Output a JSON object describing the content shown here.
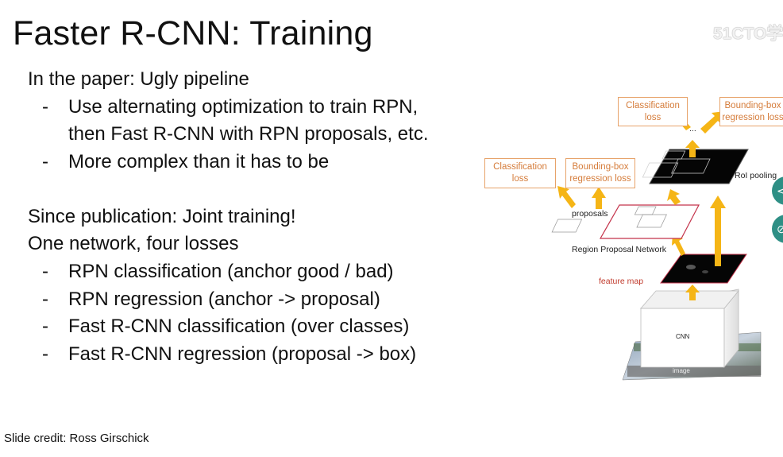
{
  "slide": {
    "title": "Faster R-CNN: Training",
    "watermark": "51CTO学",
    "paper_heading": "In the paper: Ugly pipeline",
    "paper_points": [
      {
        "dash": "-",
        "lines": [
          "Use alternating optimization to train RPN,",
          "then Fast R-CNN with RPN proposals, etc."
        ]
      },
      {
        "dash": "-",
        "lines": [
          "More complex than it has to be"
        ]
      }
    ],
    "since_heading": "Since publication: Joint training!",
    "network_heading": "One network, four losses",
    "loss_points": [
      {
        "dash": "-",
        "text": "RPN classification (anchor good / bad)"
      },
      {
        "dash": "-",
        "text": "RPN regression (anchor -> proposal)"
      },
      {
        "dash": "-",
        "text": "Fast R-CNN classification (over classes)"
      },
      {
        "dash": "-",
        "text": "Fast R-CNN regression (proposal -> box)"
      }
    ],
    "credit": "Slide credit: Ross Girschick"
  },
  "figure": {
    "top_cls_loss": "Classification loss",
    "top_bbox_loss": "Bounding-box regression loss",
    "rpn_cls_loss": "Classification loss",
    "rpn_bbox_loss": "Bounding-box regression loss",
    "ellipsis": "...",
    "roi_pooling": "RoI pooling",
    "proposals": "proposals",
    "rpn_label": "Region Proposal Network",
    "feature_map": "feature map",
    "cnn": "CNN",
    "image": "image"
  },
  "side_buttons": [
    {
      "icon": "share-icon",
      "glyph": "⋖"
    },
    {
      "icon": "link-icon",
      "glyph": "⊘"
    }
  ],
  "colors": {
    "loss_box_border": "#e7a36a",
    "loss_box_text": "#d57c3a",
    "arrow": "#f5b516",
    "proposal_outline": "#c4334b",
    "side_button": "#2e8f85"
  }
}
